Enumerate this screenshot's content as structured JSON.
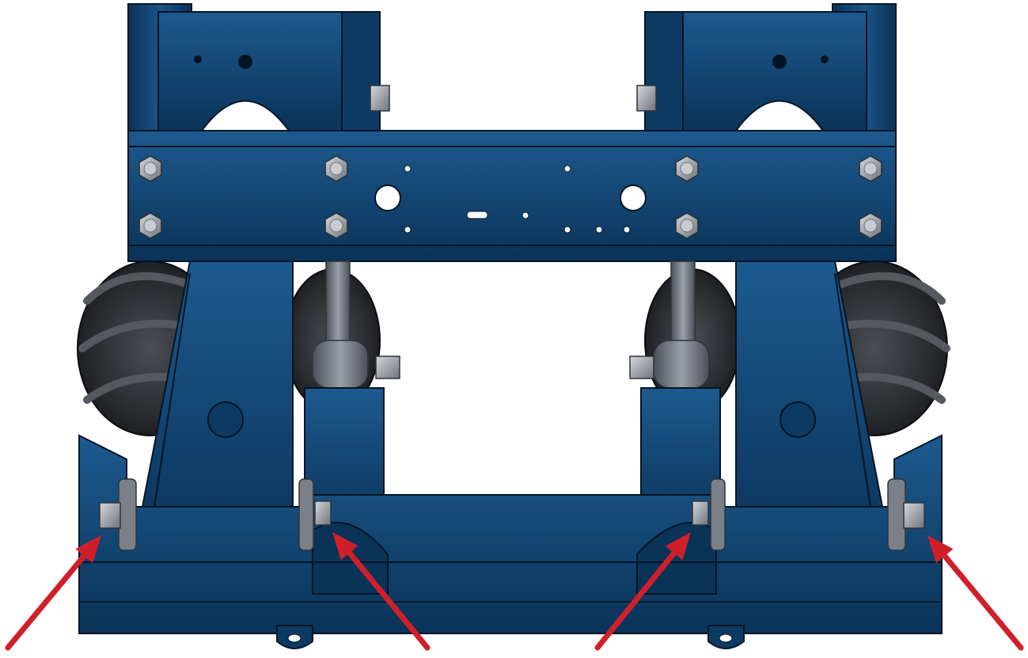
{
  "figure": {
    "subject": "chassis-assembly-rear-view",
    "colors": {
      "background": "#ffffff",
      "frame_blue": "#0f3d66",
      "frame_blue_light": "#1b5588",
      "frame_blue_dark": "#082a4a",
      "outline": "#021526",
      "bolt_gray": "#8a8f96",
      "bolt_light": "#c9cdd2",
      "wheel_dark": "#2a2c30",
      "wheel_light": "#5a5d63",
      "link_gray": "#6f7480",
      "arrow_red": "#d11f2a"
    },
    "arrows": [
      {
        "name": "arrow-bottom-left-bolt",
        "target": "left-outer-pivot-bolt"
      },
      {
        "name": "arrow-inner-left-bolt",
        "target": "left-inner-pivot-bolt"
      },
      {
        "name": "arrow-inner-right-bolt",
        "target": "right-inner-pivot-bolt"
      },
      {
        "name": "arrow-bottom-right-bolt",
        "target": "right-outer-pivot-bolt"
      }
    ]
  }
}
